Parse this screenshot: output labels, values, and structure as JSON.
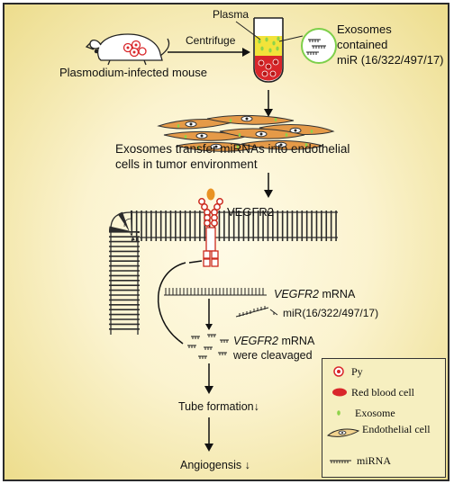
{
  "colors": {
    "background": "#f6efc0",
    "rbc": "#d9262a",
    "exosome_fill": "#8ed34a",
    "plasma": "#f2e33a",
    "membrane": "#2c2c2c",
    "vegfr2_red": "#cc2a1e",
    "vegf_orange": "#e99223",
    "exosome_circle": "#7dcf4a",
    "cell": "#e59a48"
  },
  "top": {
    "plasma_label": "Plasma",
    "centrifuge_label": "Centrifuge",
    "mouse_caption": "Plasmodium-infected mouse",
    "exosome_line1": "Exosomes",
    "exosome_line2": "contained",
    "exosome_line3": "miR (16/322/497/17)"
  },
  "middle": {
    "transfer_line1": "Exosomes transfer miRNAs into endothelial",
    "transfer_line2": "cells in tumor environment",
    "receptor_label": "VEGFR2"
  },
  "pathway": {
    "mrna_gene": "VEGFR2",
    "mrna_suffix": " mRNA",
    "mir_label": "miR(16/322/497/17)",
    "cleaved_gene": "VEGFR2",
    "cleaved_suffix": " mRNA",
    "cleaved_line2": "were cleavaged",
    "tube_formation": "Tube formation↓",
    "angiogenesis": "Angiogensis ↓"
  },
  "legend": {
    "items": [
      {
        "icon": "py-icon",
        "label": "Py"
      },
      {
        "icon": "red-blood-cell-icon",
        "label": "Red blood cell"
      },
      {
        "icon": "exosome-icon",
        "label": "Exosome"
      },
      {
        "icon": "endothelial-cell-icon",
        "label": "Endothelial cell"
      },
      {
        "icon": "mirna-icon",
        "label": "miRNA"
      }
    ]
  }
}
